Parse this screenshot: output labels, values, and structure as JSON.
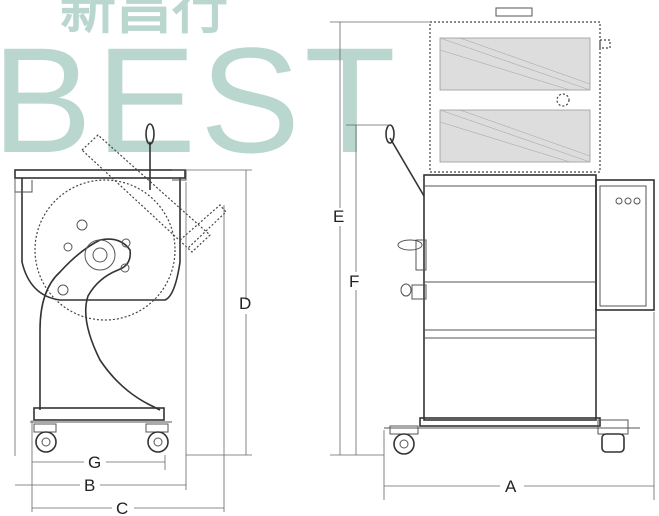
{
  "watermark": {
    "cjk": "新昌行",
    "latin": "BEST",
    "color": "#b9d7cf"
  },
  "dimensions": {
    "A": "A",
    "B": "B",
    "C": "C",
    "D": "D",
    "E": "E",
    "F": "F",
    "G": "G"
  },
  "colors": {
    "line": "#555555",
    "label": "#222222",
    "background": "#ffffff"
  }
}
